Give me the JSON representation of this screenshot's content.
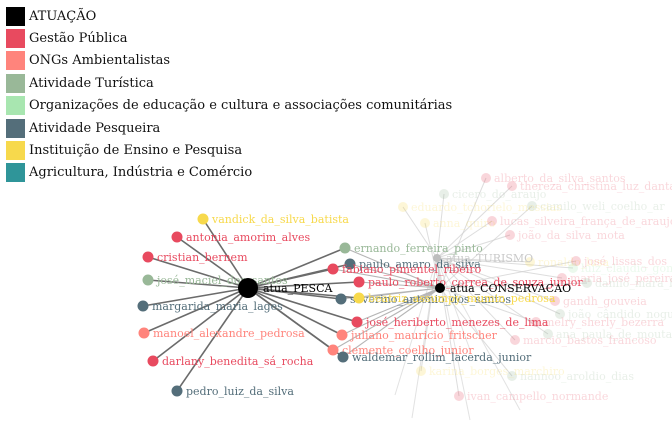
{
  "legend": [
    {
      "label": "ATUAÇÃO",
      "color": "#000000"
    },
    {
      "label": "Gestão Pública",
      "color": "#e84a5f"
    },
    {
      "label": "ONGs Ambientalistas",
      "color": "#ff847c"
    },
    {
      "label": "Atividade Turística",
      "color": "#99b898"
    },
    {
      "label": "Organizações de educação e cultura e associações comunitárias",
      "color": "#a8e6b0"
    },
    {
      "label": "Atividade Pesqueira",
      "color": "#546e7a"
    },
    {
      "label": "Instituição de Ensino e Pesquisa",
      "color": "#f7d94c"
    },
    {
      "label": "Agricultura, Indústria e Comércio",
      "color": "#2f9599"
    }
  ],
  "hubs": [
    {
      "id": "pesca",
      "label": "atua_PESCA"
    },
    {
      "id": "conservacao",
      "label": "atua_CONSERVACAO"
    },
    {
      "id": "turismo",
      "label": "atua_TURISMO"
    }
  ],
  "nodes": [
    {
      "label": "vandick_da_silva_batista",
      "category": 6,
      "hubs": [
        "pesca"
      ]
    },
    {
      "label": "antonia_amorim_alves",
      "category": 1,
      "hubs": [
        "pesca"
      ]
    },
    {
      "label": "cristian_bernem",
      "category": 1,
      "hubs": [
        "pesca"
      ]
    },
    {
      "label": "josé_maciel_dos_santos",
      "category": 3,
      "hubs": [
        "pesca"
      ]
    },
    {
      "label": "margarida_maria_lages",
      "category": 5,
      "hubs": [
        "pesca"
      ]
    },
    {
      "label": "manoel_alexandre_pedrosa",
      "category": 2,
      "hubs": [
        "pesca"
      ]
    },
    {
      "label": "darlany_benedita_sá_rocha",
      "category": 1,
      "hubs": [
        "pesca"
      ]
    },
    {
      "label": "pedro_luiz_da_silva",
      "category": 5,
      "hubs": [
        "pesca"
      ]
    },
    {
      "label": "ernando_ferreira_pinto",
      "category": 3,
      "hubs": [
        "pesca",
        "conservacao"
      ]
    },
    {
      "label": "paulo_amaro_da_silva",
      "category": 5,
      "hubs": [
        "pesca",
        "conservacao"
      ]
    },
    {
      "label": "fabiano_pimentel_ribeiro",
      "category": 1,
      "hubs": [
        "pesca",
        "conservacao"
      ]
    },
    {
      "label": "severino_antonio_dos_santos",
      "category": 5,
      "hubs": [
        "pesca",
        "conservacao"
      ]
    },
    {
      "label": "paulo_roberto_correa_de_souza_junior",
      "category": 1,
      "hubs": [
        "pesca",
        "conservacao"
      ]
    },
    {
      "label": "beatriz_assumpy_mumin_pedrosa",
      "category": 6,
      "hubs": [
        "pesca",
        "conservacao"
      ]
    },
    {
      "label": "josé_heriberto_menezes_de_lima",
      "category": 1,
      "hubs": [
        "pesca",
        "conservacao"
      ]
    },
    {
      "label": "juliano_mauricio_fritscher",
      "category": 2,
      "hubs": [
        "pesca",
        "conservacao"
      ]
    },
    {
      "label": "clemente_coelho_junior",
      "category": 2,
      "hubs": [
        "pesca",
        "conservacao"
      ]
    },
    {
      "label": "waldemar_rollim_lacerda_junior",
      "category": 5,
      "hubs": [
        "pesca",
        "conservacao"
      ]
    }
  ],
  "faded_nodes": [
    {
      "label": "alberto_da_silva_santos",
      "category": 1
    },
    {
      "label": "thereza_christina_luz_dantas",
      "category": 1
    },
    {
      "label": "cicero_do_araujo",
      "category": 3
    },
    {
      "label": "camilo_weli_coelho_ar",
      "category": 3
    },
    {
      "label": "eduardo_tchorielo_messias",
      "category": 6
    },
    {
      "label": "lucas_silveira_frança_de_araujo",
      "category": 1
    },
    {
      "label": "anna_quiro",
      "category": 6
    },
    {
      "label": "joão_da_silva_mota",
      "category": 1
    },
    {
      "label": "ronaldo_lusa",
      "category": 6
    },
    {
      "label": "josé_lissas_dos",
      "category": 1
    },
    {
      "label": "maria_josé_pereira_de",
      "category": 1
    },
    {
      "label": "luiz_claudio_gon",
      "category": 4
    },
    {
      "label": "danilo_mara_bezerra",
      "category": 3
    },
    {
      "label": "gandh_gouveia",
      "category": 1
    },
    {
      "label": "joão_cândido_nogueira",
      "category": 3
    },
    {
      "label": "melry_sherly_bezerra",
      "category": 1
    },
    {
      "label": "ana_paula_de_mouta_sa",
      "category": 3
    },
    {
      "label": "marcio_bastos_francoso",
      "category": 1
    },
    {
      "label": "nannoo_aroldio_dias",
      "category": 3
    },
    {
      "label": "karina_borges_marchiro",
      "category": 6
    },
    {
      "label": "ivan_campello_normande",
      "category": 1
    }
  ]
}
